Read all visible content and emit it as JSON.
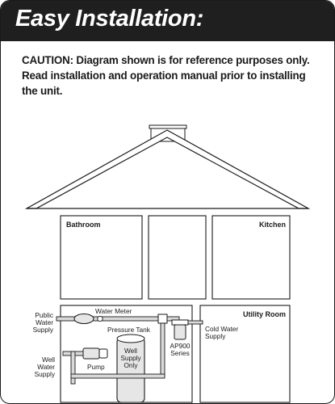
{
  "header": {
    "title": "Easy Installation:"
  },
  "caution": {
    "text": "CAUTION: Diagram shown is for reference purposes only.  Read installation and operation manual prior to installing the unit."
  },
  "rooms": {
    "bathroom": "Bathroom",
    "kitchen": "Kitchen",
    "utility_room": "Utility Room"
  },
  "labels": {
    "public_water_supply": [
      "Public",
      "Water",
      "Supply"
    ],
    "water_meter": "Water Meter",
    "pressure_tank": "Pressure Tank",
    "well_supply_only": [
      "Well",
      "Supply",
      "Only"
    ],
    "ap900_series": [
      "AP900",
      "Series"
    ],
    "cold_water_supply": [
      "Cold Water",
      "Supply"
    ],
    "well_water_supply": [
      "Well",
      "Water",
      "Supply"
    ],
    "pump": "Pump"
  },
  "colors": {
    "header_bg": "#1f1f1f",
    "line": "#1a1a1a",
    "pipe_fill": "#d9d9d9",
    "tank_fill": "#e6e6e6"
  }
}
